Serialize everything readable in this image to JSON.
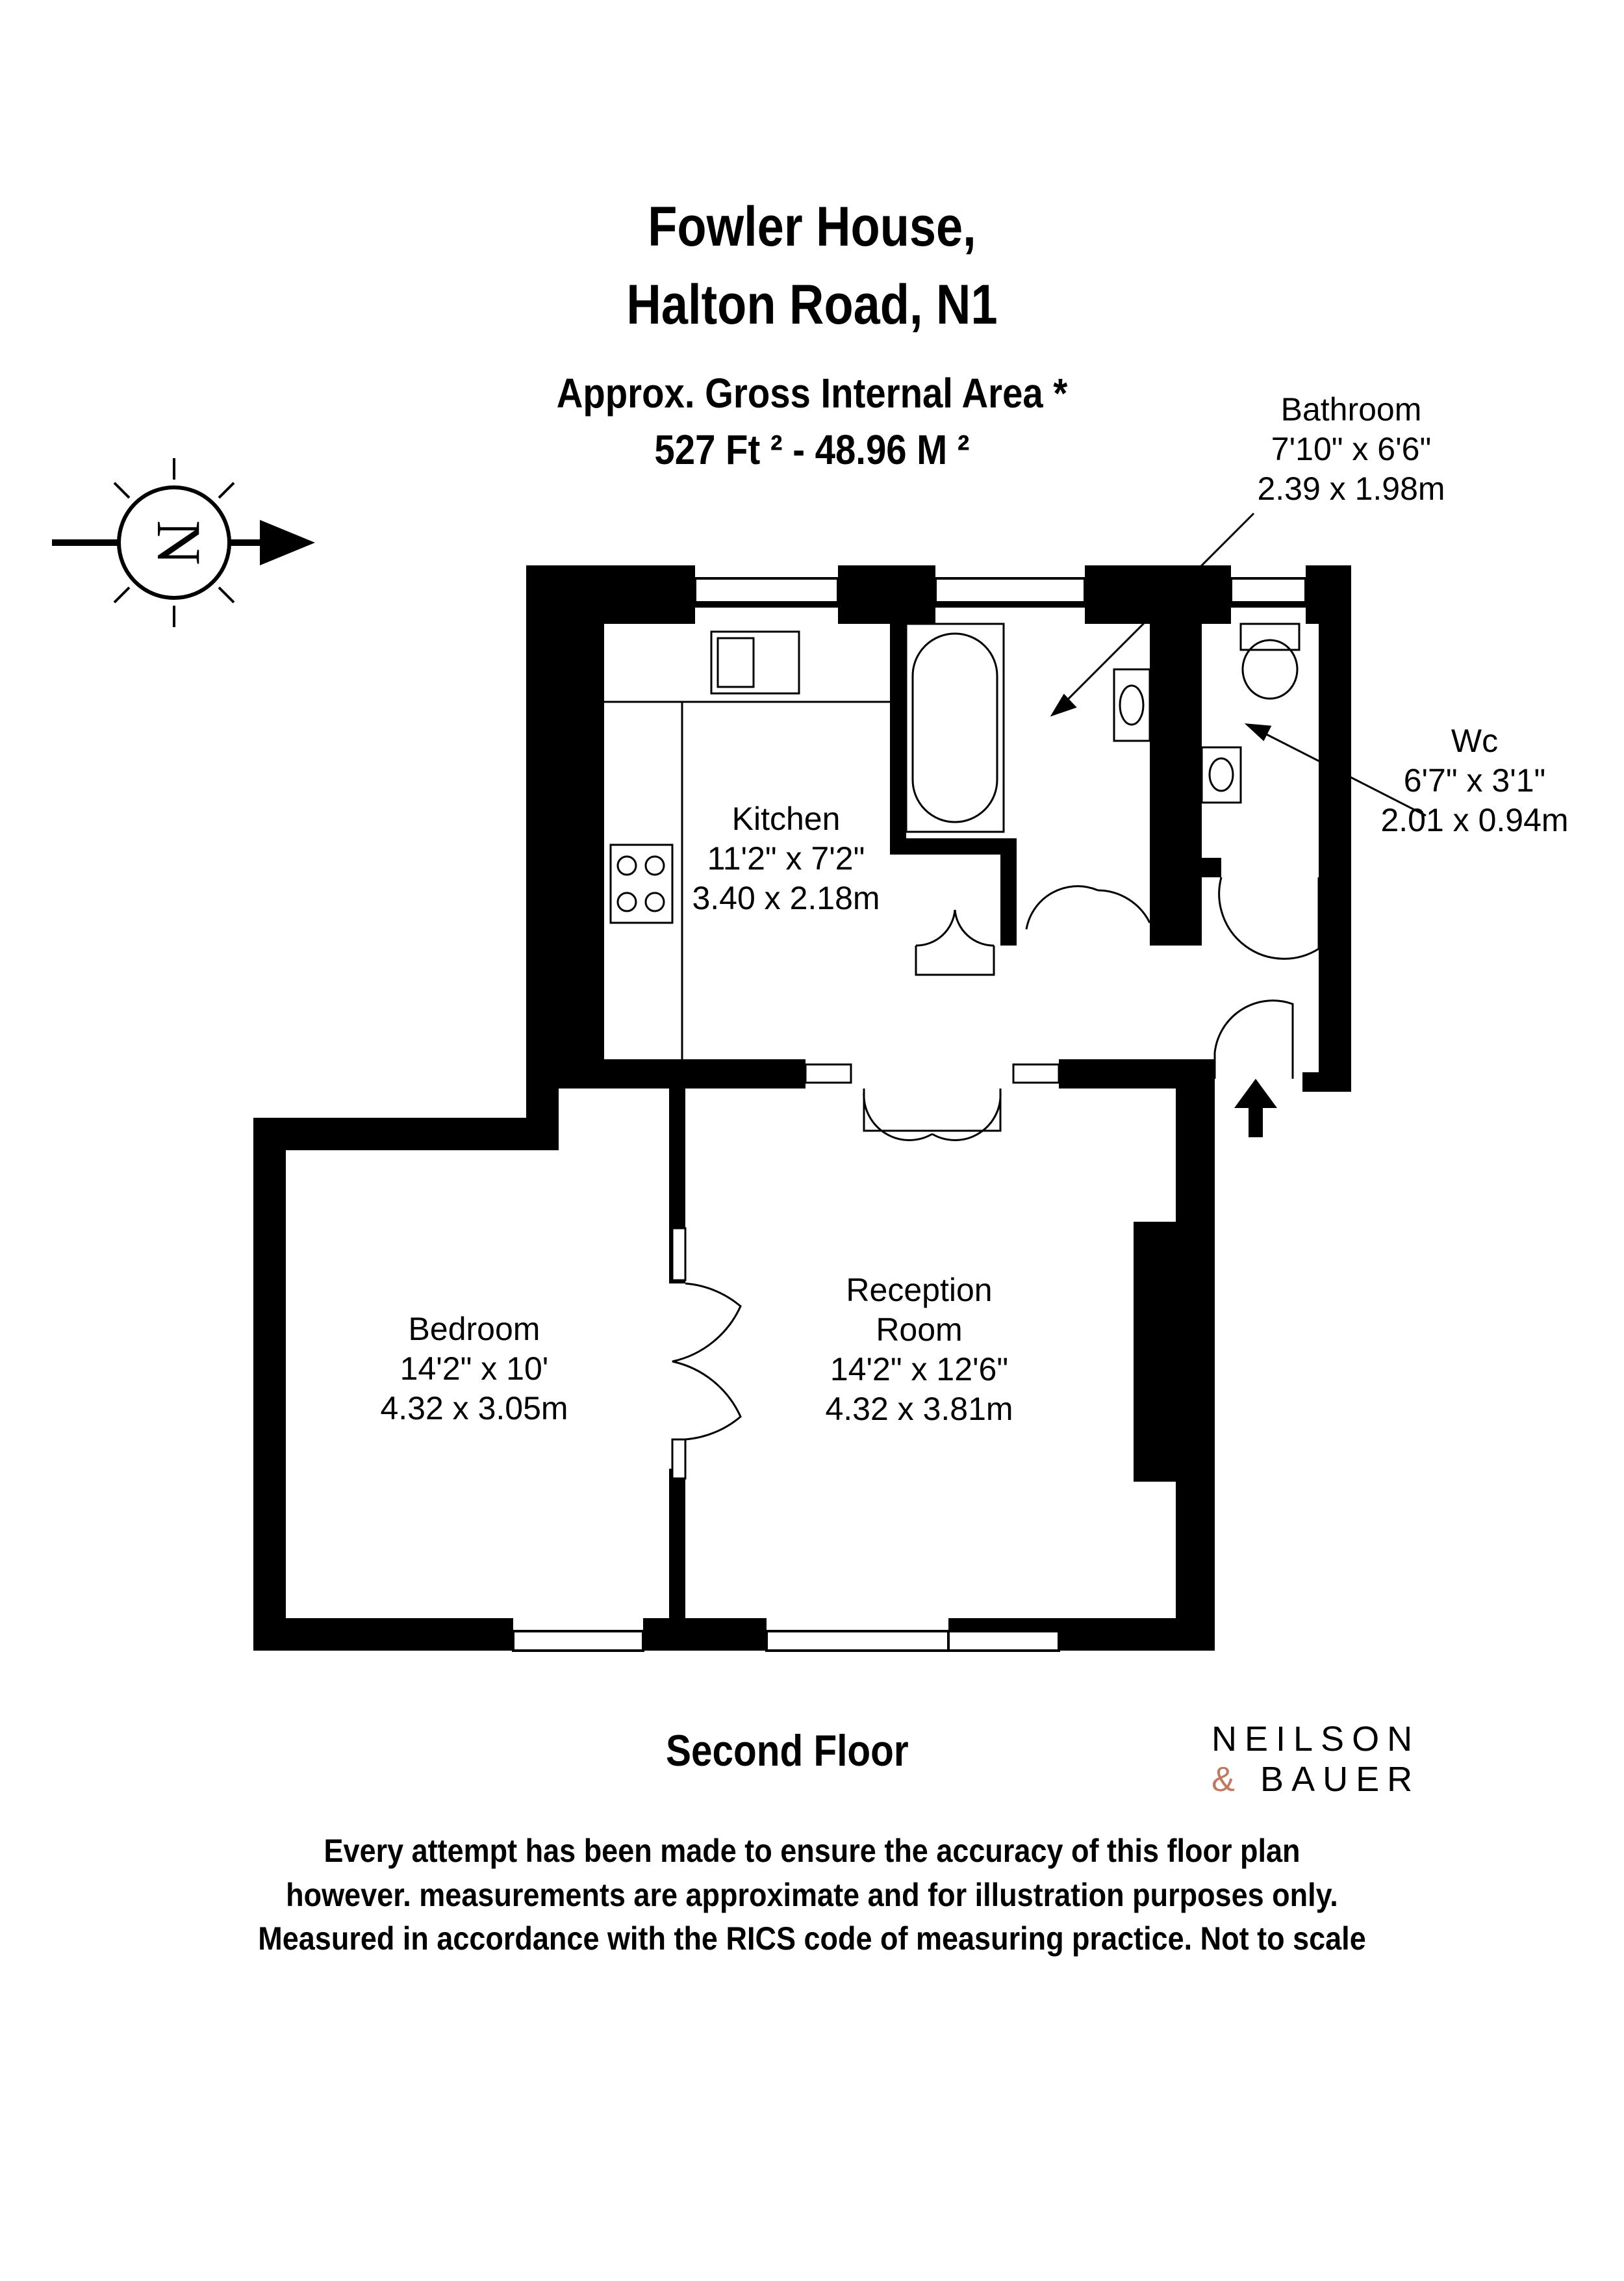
{
  "header": {
    "title_line1": "Fowler House,",
    "title_line2": "Halton Road, N1",
    "area_line1": "Approx. Gross Internal Area *",
    "area_line2": "527 Ft ²  -  48.96 M ²"
  },
  "compass": {
    "label": "N",
    "icon": "north-compass-icon"
  },
  "rooms": {
    "bathroom": {
      "name": "Bathroom",
      "imperial": "7'10\" x 6'6\"",
      "metric": "2.39 x 1.98m"
    },
    "wc": {
      "name": "Wc",
      "imperial": "6'7\" x 3'1\"",
      "metric": "2.01 x 0.94m"
    },
    "kitchen": {
      "name": "Kitchen",
      "imperial": "11'2\" x 7'2\"",
      "metric": "3.40 x 2.18m"
    },
    "reception": {
      "name_line1": "Reception",
      "name_line2": "Room",
      "imperial": "14'2\" x 12'6\"",
      "metric": "4.32 x 3.81m"
    },
    "bedroom": {
      "name": "Bedroom",
      "imperial": "14'2\" x 10'",
      "metric": "4.32 x 3.05m"
    }
  },
  "floor_label": "Second Floor",
  "brand": {
    "line1": "NEILSON",
    "amp": "&",
    "line2": "BAUER",
    "accent_color": "#c07a60"
  },
  "disclaimer": {
    "line1": "Every attempt has been made to ensure the accuracy of this floor plan",
    "line2": "however. measurements are approximate and for illustration purposes only.",
    "line3": "Measured in accordance with the RICS code of measuring practice. Not to scale"
  }
}
